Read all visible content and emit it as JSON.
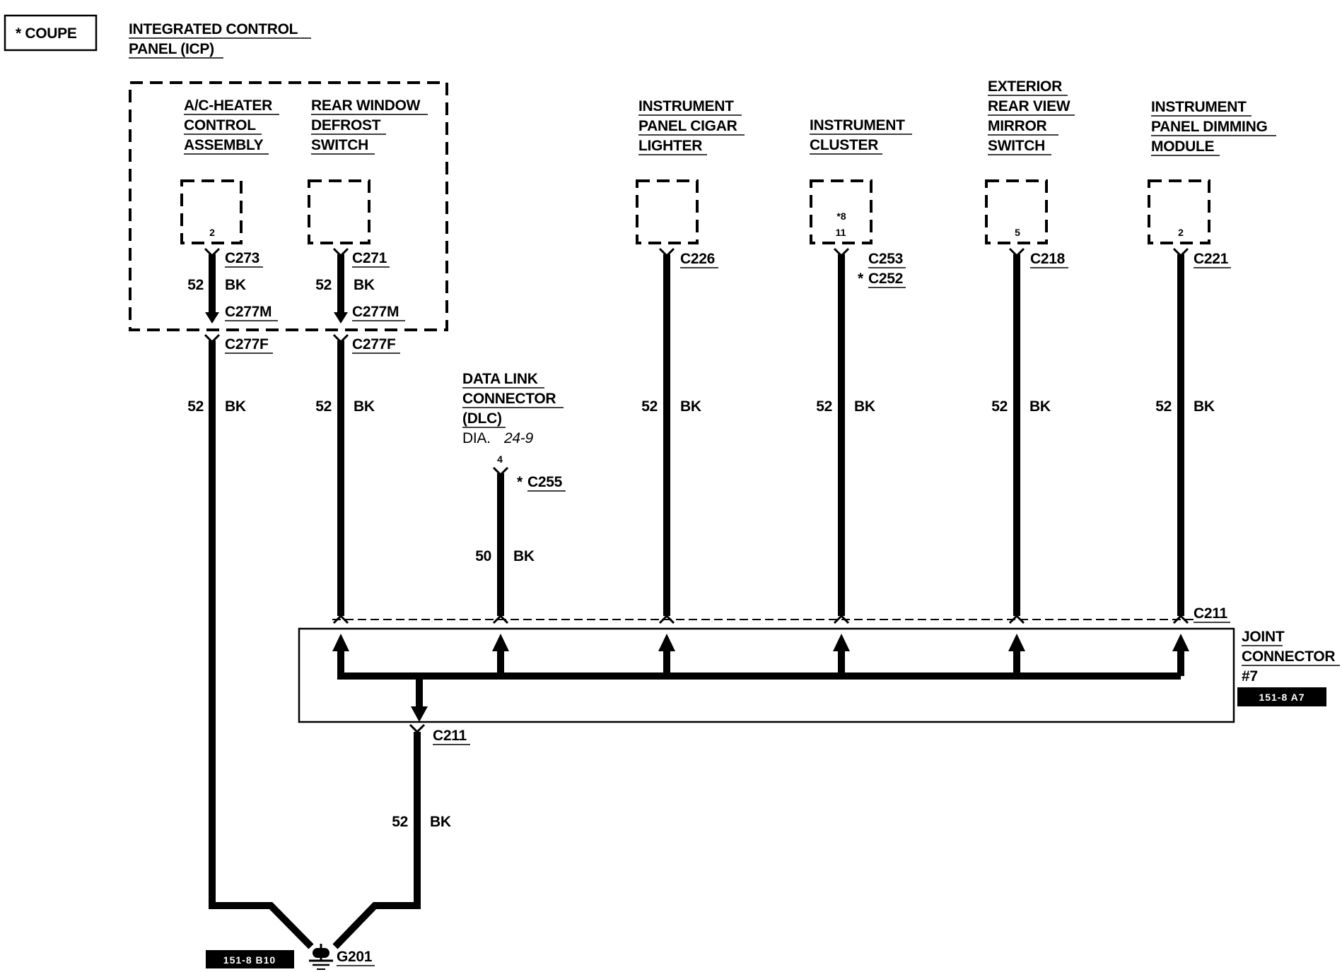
{
  "legend": {
    "coupe": "* COUPE"
  },
  "icp": {
    "title_line1": "INTEGRATED CONTROL",
    "title_line2": "PANEL (ICP)"
  },
  "components": {
    "ac_heater": [
      "A/C-HEATER",
      "CONTROL",
      "ASSEMBLY"
    ],
    "rear_defrost": [
      "REAR WINDOW",
      "DEFROST",
      "SWITCH"
    ],
    "cigar_lighter": [
      "INSTRUMENT",
      "PANEL CIGAR",
      "LIGHTER"
    ],
    "cluster": [
      "INSTRUMENT",
      "CLUSTER"
    ],
    "mirror_switch": [
      "EXTERIOR",
      "REAR VIEW",
      "MIRROR",
      "SWITCH"
    ],
    "dimming_module": [
      "INSTRUMENT",
      "PANEL DIMMING",
      "MODULE"
    ],
    "dlc": [
      "DATA LINK",
      "CONNECTOR",
      "(DLC)"
    ],
    "dlc_dia_label": "DIA.",
    "dlc_dia_ref": "24-9",
    "joint": [
      "JOINT",
      "CONNECTOR",
      "#7"
    ]
  },
  "pins": {
    "ac_heater": "2",
    "cigar_lighter": "",
    "cluster_coupe": "*8",
    "cluster": "11",
    "mirror_switch": "5",
    "dimming_module": "2",
    "dlc": "4"
  },
  "connectors": {
    "c273": "C273",
    "c271": "C271",
    "c277m_1": "C277M",
    "c277m_2": "C277M",
    "c277f_1": "C277F",
    "c277f_2": "C277F",
    "c226": "C226",
    "c253": "C253",
    "c252": "C252",
    "c252_star": "*",
    "c218": "C218",
    "c221": "C221",
    "c255": "C255",
    "c255_star": "*",
    "c211_top": "C211",
    "c211_bottom": "C211",
    "g201": "G201"
  },
  "wires": {
    "circuit_52": "52",
    "circuit_50": "50",
    "color_bk": "BK"
  },
  "refs": {
    "joint_ref": "151-8 A7",
    "ground_ref": "151-8 B10"
  }
}
